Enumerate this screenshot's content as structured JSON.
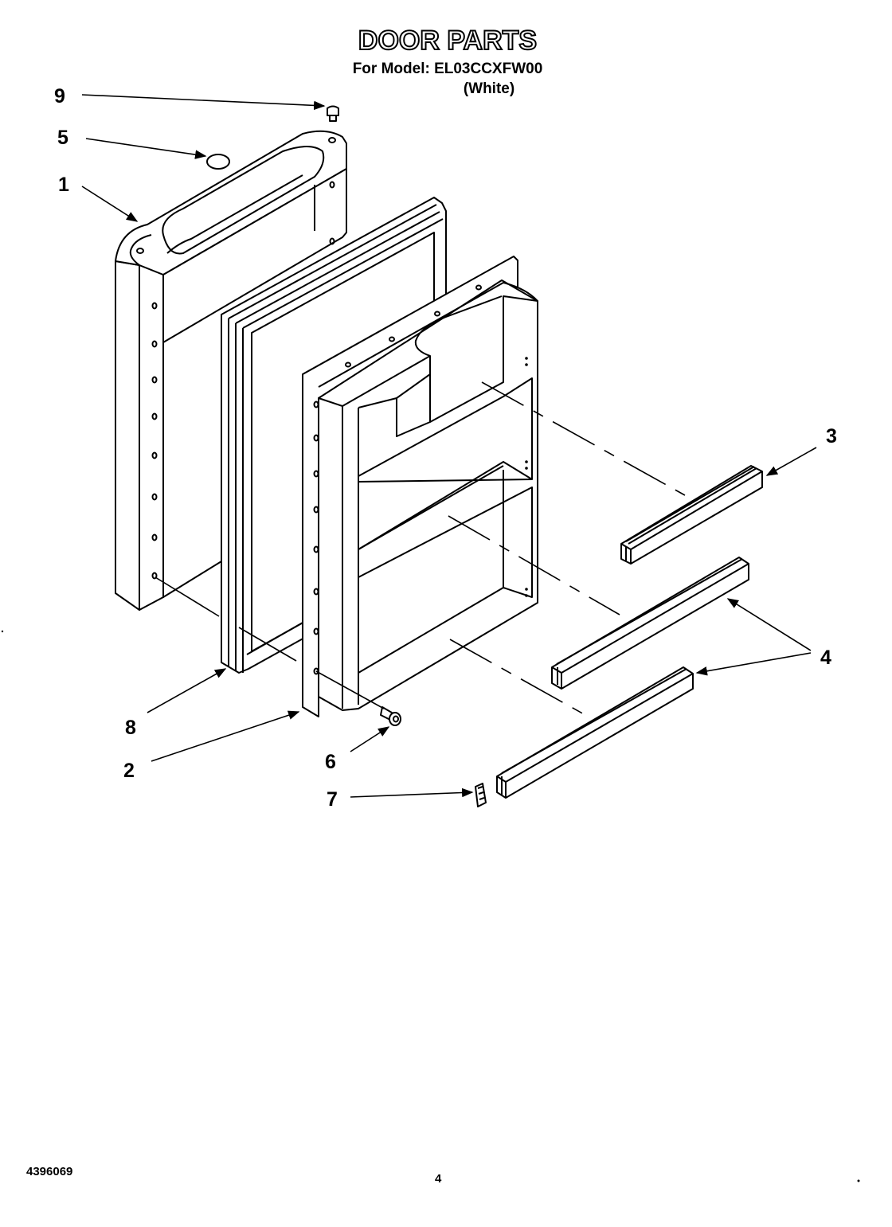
{
  "header": {
    "title": "DOOR PARTS",
    "model_line": "For Model: EL03CCXFW00",
    "color_line": "(White)"
  },
  "callouts": [
    "9",
    "5",
    "1",
    "3",
    "4",
    "8",
    "2",
    "6",
    "7"
  ],
  "footer": {
    "doc_number": "4396069",
    "page_number": "4"
  }
}
